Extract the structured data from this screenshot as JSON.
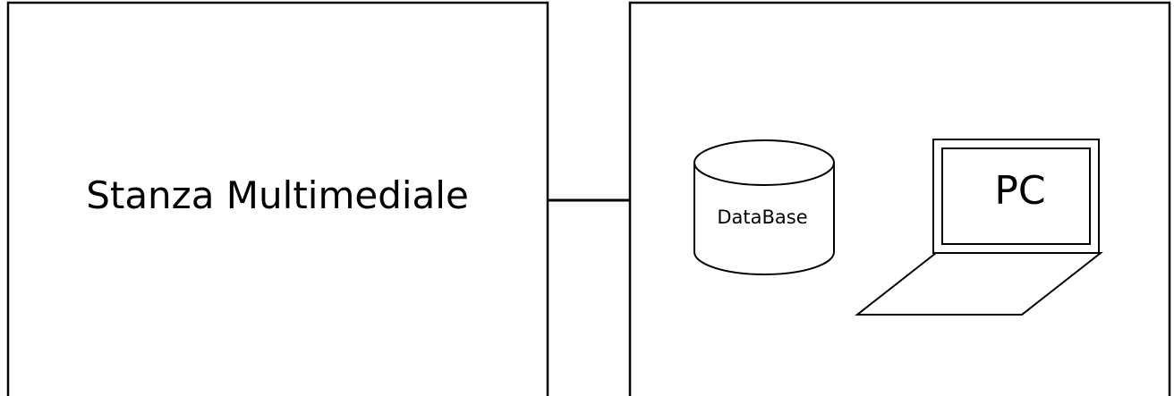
{
  "diagram": {
    "room_label": "Stanza Multimediale",
    "database_label": "DataBase",
    "pc_label": "PC"
  },
  "colors": {
    "stroke": "#000000",
    "background": "#ffffff"
  }
}
